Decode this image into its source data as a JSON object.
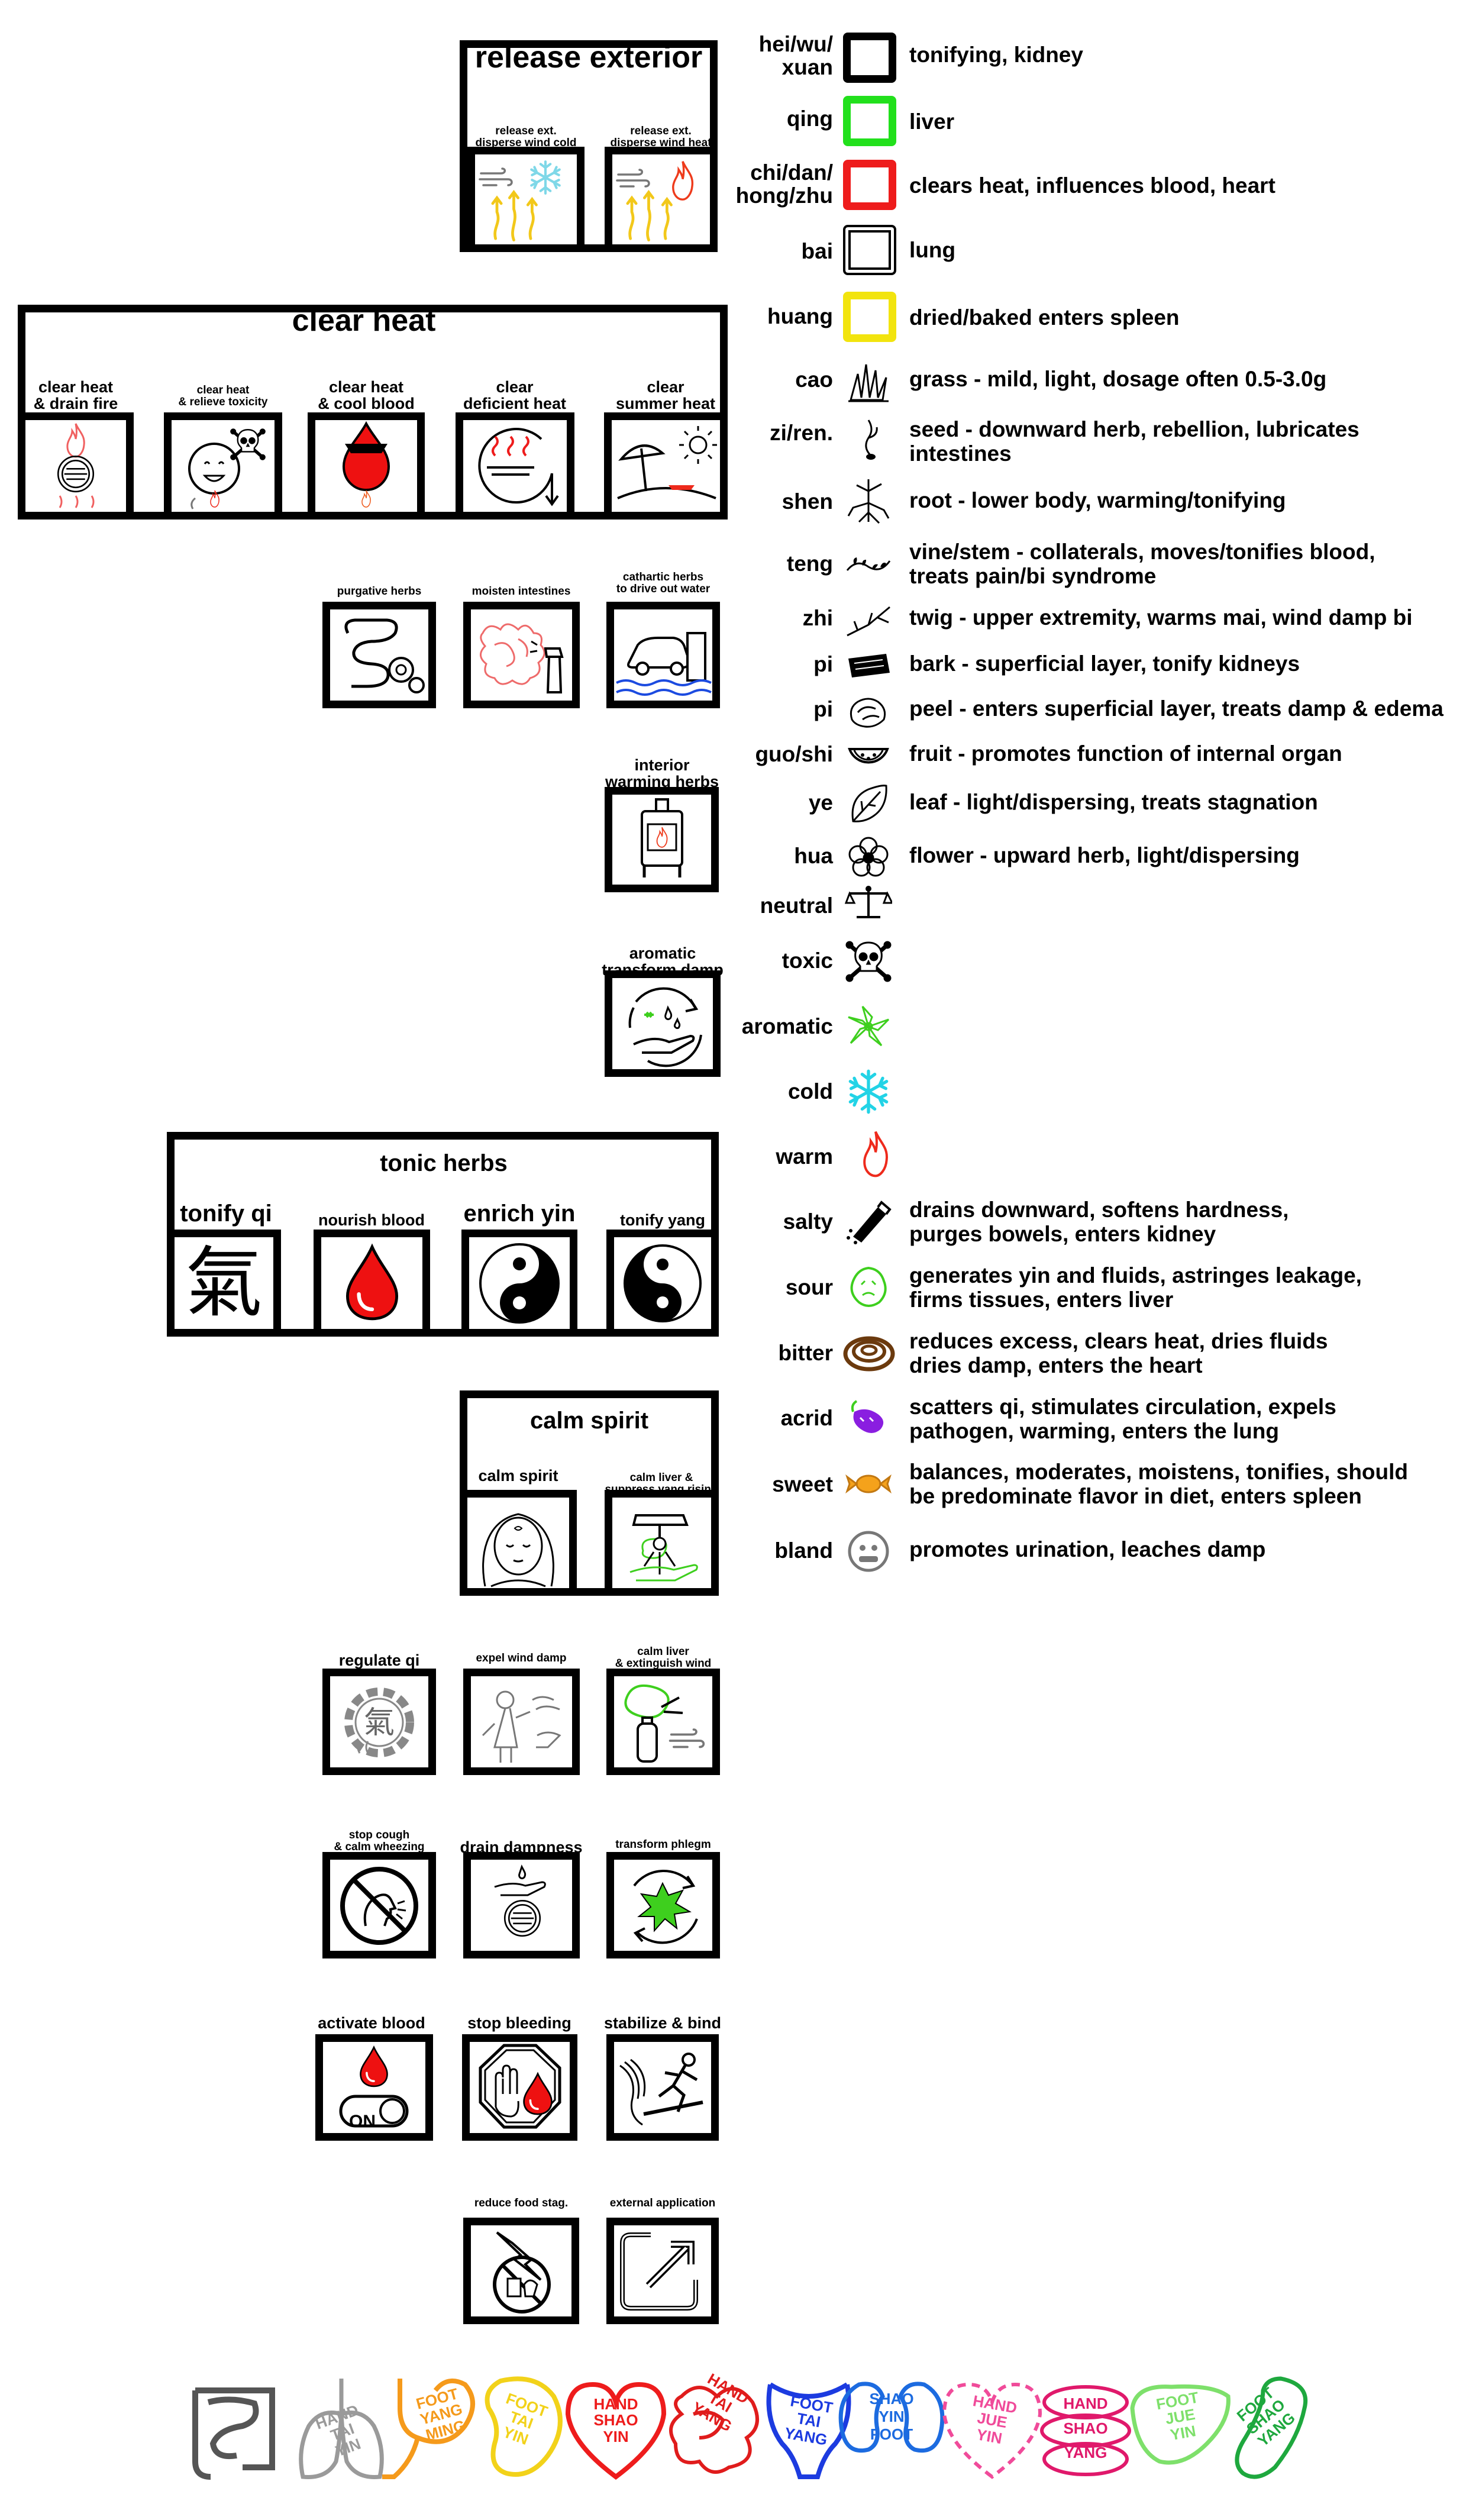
{
  "groups": {
    "release_exterior": {
      "title": "release exterior",
      "tiles": [
        {
          "label": "release ext.\ndisperse wind cold"
        },
        {
          "label": "release ext.\ndisperse wind heat"
        }
      ]
    },
    "clear_heat": {
      "title": "clear heat",
      "tiles": [
        {
          "label": "clear heat\n& drain fire"
        },
        {
          "label": "clear heat\n& relieve toxicity"
        },
        {
          "label": "clear heat\n& cool blood"
        },
        {
          "label": "clear\ndeficient heat"
        },
        {
          "label": "clear\nsummer heat"
        }
      ]
    },
    "downward": {
      "tiles": [
        {
          "label": "purgative herbs"
        },
        {
          "label": "moisten intestines"
        },
        {
          "label": "cathartic herbs\nto drive out water"
        }
      ]
    },
    "interior": {
      "label": "interior\nwarming herbs"
    },
    "aromatic_damp": {
      "label": "aromatic\ntransform damp"
    },
    "tonic": {
      "title": "tonic herbs",
      "tiles": [
        {
          "label": "tonify qi"
        },
        {
          "label": "nourish blood"
        },
        {
          "label": "enrich yin"
        },
        {
          "label": "tonify yang"
        }
      ],
      "qi_char": "氣"
    },
    "calm": {
      "title": "calm spirit",
      "tiles": [
        {
          "label": "calm spirit"
        },
        {
          "label": "calm liver &\nsuppress yang rising"
        }
      ]
    },
    "row_qi": {
      "tiles": [
        {
          "label": "regulate qi"
        },
        {
          "label": "expel wind damp"
        },
        {
          "label": "calm liver\n& extinguish wind"
        }
      ]
    },
    "row_cough": {
      "tiles": [
        {
          "label": "stop cough\n& calm wheezing"
        },
        {
          "label": "drain dampness"
        },
        {
          "label": "transform phlegm"
        }
      ]
    },
    "row_blood": {
      "tiles": [
        {
          "label": "activate blood"
        },
        {
          "label": "stop bleeding"
        },
        {
          "label": "stabilize & bind"
        }
      ],
      "on_text": "ON"
    },
    "row_misc": {
      "tiles": [
        {
          "label": "reduce food stag."
        },
        {
          "label": "external application"
        }
      ]
    }
  },
  "legend": {
    "colors": [
      {
        "name": "hei/wu/\nxuan",
        "desc": "tonifying, kidney",
        "color": "#000000"
      },
      {
        "name": "qing",
        "desc": "liver",
        "color": "#22e01c"
      },
      {
        "name": "chi/dan/\nhong/zhu",
        "desc": "clears heat, influences blood, heart",
        "color": "#ee1c1c"
      },
      {
        "name": "bai",
        "desc": "lung",
        "color": "#ffffff"
      },
      {
        "name": "huang",
        "desc": "dried/baked enters spleen",
        "color": "#f2e40e"
      }
    ],
    "parts": [
      {
        "name": "cao",
        "desc": "grass - mild, light, dosage often 0.5-3.0g",
        "icon": "grass-icon"
      },
      {
        "name": "zi/ren.",
        "desc": "seed - downward herb, rebellion, lubricates\nintestines",
        "icon": "seed-icon"
      },
      {
        "name": "shen",
        "desc": "root - lower body, warming/tonifying",
        "icon": "root-icon"
      },
      {
        "name": "teng",
        "desc": "vine/stem - collaterals, moves/tonifies blood,\ntreats pain/bi syndrome",
        "icon": "vine-icon"
      },
      {
        "name": "zhi",
        "desc": "twig - upper extremity, warms mai, wind damp bi",
        "icon": "twig-icon"
      },
      {
        "name": "pi",
        "desc": "bark - superficial layer, tonify kidneys",
        "icon": "bark-icon"
      },
      {
        "name": "pi",
        "desc": "peel - enters superficial layer, treats damp & edema",
        "icon": "peel-icon"
      },
      {
        "name": "guo/shi",
        "desc": "fruit - promotes function of internal organ",
        "icon": "fruit-icon"
      },
      {
        "name": "ye",
        "desc": "leaf - light/dispersing, treats stagnation",
        "icon": "leaf-icon"
      },
      {
        "name": "hua",
        "desc": "flower - upward herb, light/dispersing",
        "icon": "flower-icon"
      }
    ],
    "properties": [
      {
        "name": "neutral",
        "icon": "scale-icon"
      },
      {
        "name": "toxic",
        "icon": "skull-icon"
      },
      {
        "name": "aromatic",
        "icon": "lily-icon",
        "color": "#3ecf1e"
      },
      {
        "name": "cold",
        "icon": "snowflake-icon",
        "color": "#22d3e6"
      },
      {
        "name": "warm",
        "icon": "flame-icon",
        "color": "#ee2a1c"
      }
    ],
    "flavors": [
      {
        "name": "salty",
        "desc": "drains downward, softens hardness,\npurges bowels, enters kidney",
        "icon": "salt-shaker-icon"
      },
      {
        "name": "sour",
        "desc": "generates yin and fluids, astringes leakage,\nfirms tissues, enters liver",
        "icon": "sour-lemon-icon",
        "color": "#3ecf1e"
      },
      {
        "name": "bitter",
        "desc": "reduces excess, clears heat, dries fluids\ndries damp, enters the heart",
        "icon": "bitter-coil-icon",
        "color": "#6b3a0e"
      },
      {
        "name": "acrid",
        "desc": "scatters qi, stimulates circulation, expels\npathogen, warming, enters the lung",
        "icon": "acrid-pepper-icon",
        "color": "#8a1ee0"
      },
      {
        "name": "sweet",
        "desc": "balances, moderates, moistens, tonifies, should\nbe predominate flavor in diet, enters spleen",
        "icon": "candy-icon",
        "color": "#f5a21b"
      },
      {
        "name": "bland",
        "desc": "promotes urination, leaches damp",
        "icon": "bland-face-icon",
        "color": "#777777"
      }
    ]
  },
  "meridians": [
    {
      "icon": "intestine-icon",
      "text": "",
      "color": "#555555"
    },
    {
      "icon": "lung-icon",
      "text": "HAND\nTAI\nYIN",
      "color": "#9a9a9a"
    },
    {
      "icon": "stomach-icon",
      "text": "FOOT\nYANG\nMING",
      "color": "#f59a1b"
    },
    {
      "icon": "spleen-icon",
      "text": "FOOT\nTAI\nYIN",
      "color": "#f2d21a"
    },
    {
      "icon": "heart-icon",
      "text": "HAND\nSHAO\nYIN",
      "color": "#ee1c1c"
    },
    {
      "icon": "small-intestine-icon",
      "text": "HAND\nTAI\nYANG",
      "color": "#e01c1c"
    },
    {
      "icon": "bladder-icon",
      "text": "FOOT\nTAI\nYANG",
      "color": "#1c3be0"
    },
    {
      "icon": "kidney-icon",
      "text": "SHAO\nYIN\nFOOT",
      "color": "#1c6be0"
    },
    {
      "icon": "pericardium-icon",
      "text": "HAND\nJUE\nYIN",
      "color": "#f04b9a"
    },
    {
      "icon": "triple-burner-icon",
      "text": "HAND\nSHAO\nYANG",
      "color": "#e0196b"
    },
    {
      "icon": "liver-icon",
      "text": "FOOT\nJUE\nYIN",
      "color": "#7ee06b"
    },
    {
      "icon": "gallbladder-icon",
      "text": "FOOT\nSHAO\nYANG",
      "color": "#1ea83e"
    }
  ]
}
